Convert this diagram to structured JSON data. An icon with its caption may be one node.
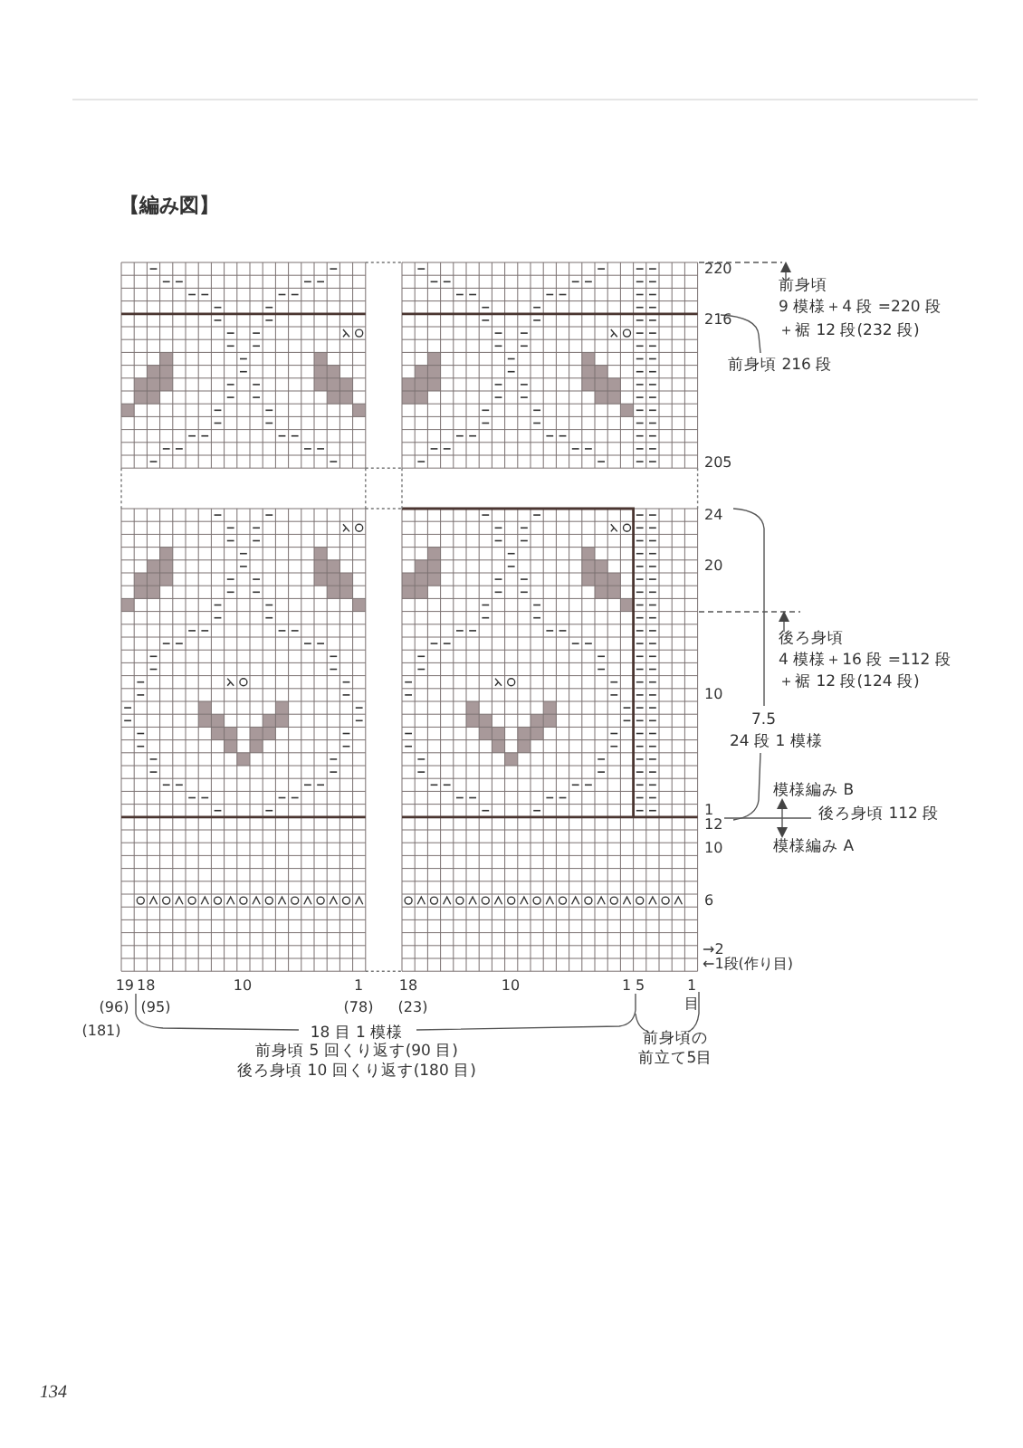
{
  "diagram": {
    "title": "【編み図】",
    "labels": [
      "220",
      "前身頃",
      "9 模様＋4 段 =220 段",
      "＋裾 12 段(232 段)",
      "216",
      "前身頃 216 段",
      "205",
      "24",
      "20",
      "後ろ身頃",
      "4 模様＋16 段 =112 段",
      "＋裾 12 段(124 段)",
      "10",
      "7.5",
      "24 段 1 模様",
      "模様編み B",
      "1",
      "後ろ身頃 112 段",
      "12",
      "10",
      "模様編み A",
      "6",
      "→2",
      "←1段(作り目)",
      "19",
      "18",
      "10",
      "1",
      "18",
      "10",
      "1",
      "5",
      "1",
      "(96)",
      "(95)",
      "(78)",
      "(23)",
      "目",
      "(181)",
      "18 目 1 模様",
      "前身頃 5 回くり返す(90 目)",
      "後ろ身頃 10 回くり返す(180 目)",
      "前身頃の",
      "前立て5目",
      "134"
    ]
  }
}
